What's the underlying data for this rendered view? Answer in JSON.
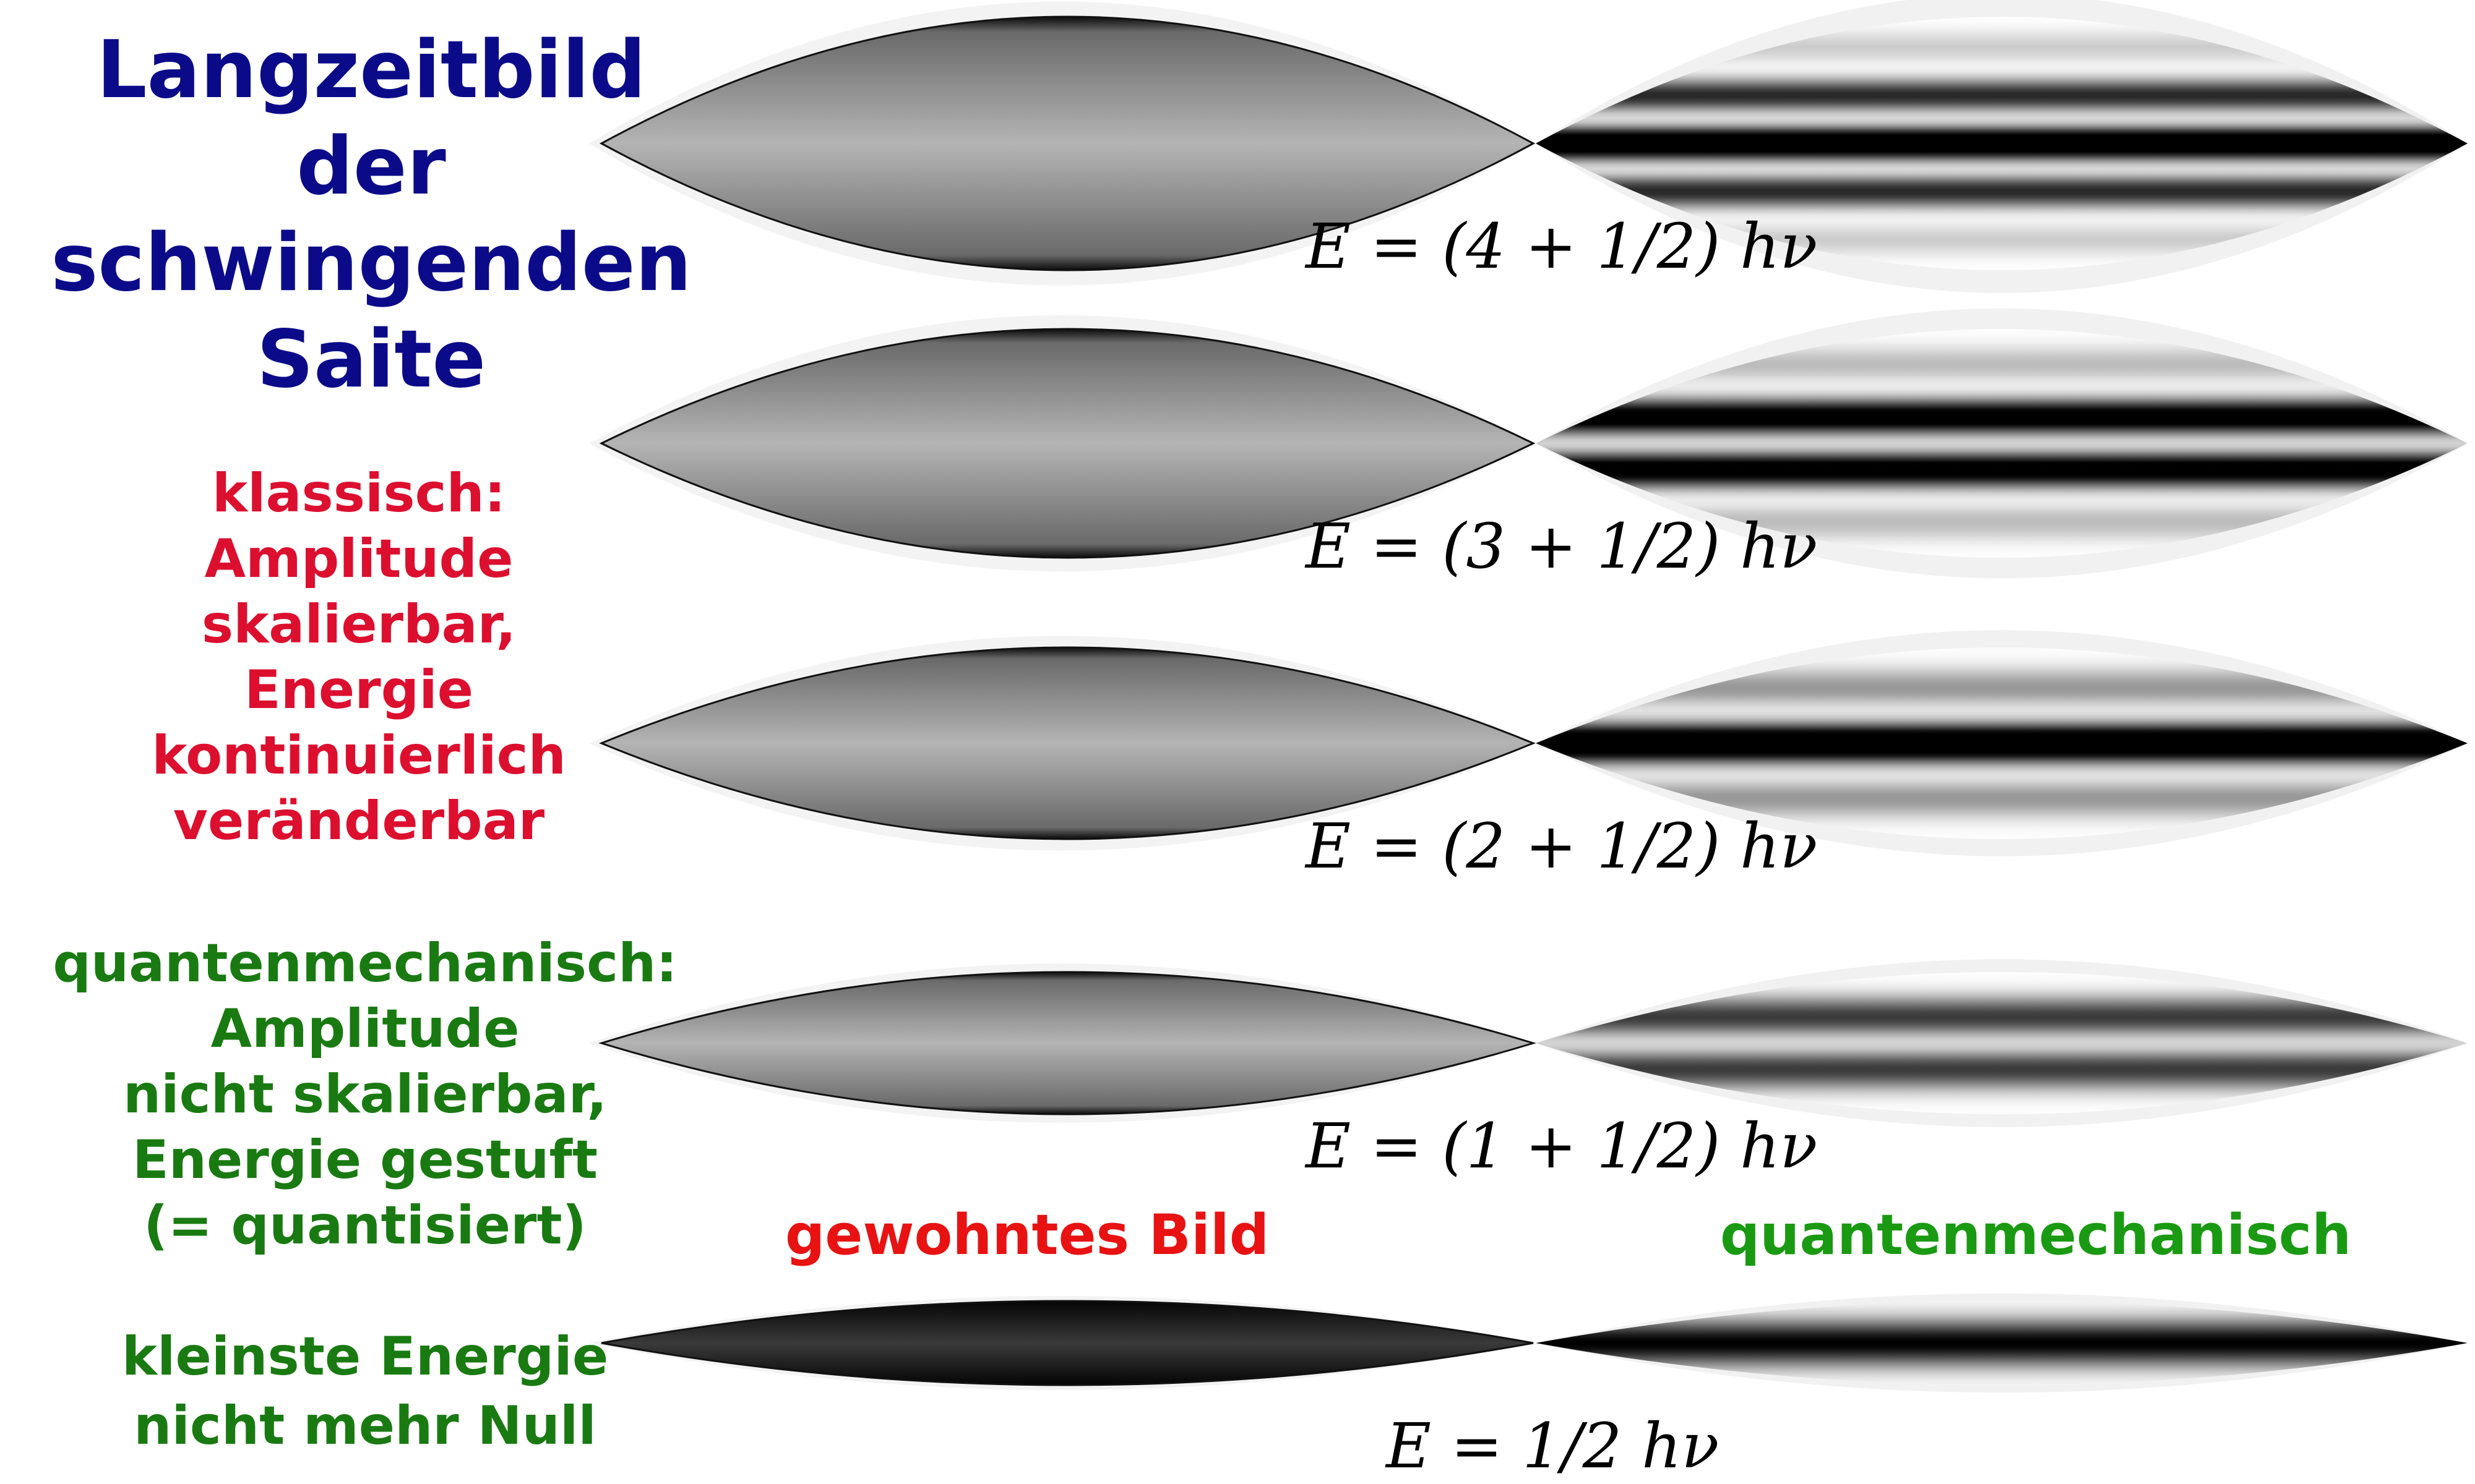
{
  "title": {
    "lines": [
      "Langzeitbild",
      "der",
      "schwingenden",
      "Saite"
    ]
  },
  "classical_note": {
    "lines": [
      "klassisch:",
      "Amplitude",
      "skalierbar,",
      "Energie",
      "kontinuierlich",
      "veränderbar"
    ]
  },
  "quantum_note": {
    "lines": [
      "quantenmechanisch:",
      "Amplitude",
      "nicht skalierbar,",
      "Energie gestuft",
      "(= quantisiert)"
    ]
  },
  "lowest_note": {
    "lines": [
      "kleinste Energie",
      "nicht mehr Null"
    ]
  },
  "column_labels": {
    "classical": "gewohntes Bild",
    "quantum": "quantenmechanisch"
  },
  "energy_levels": [
    {
      "n": 4,
      "formula": "E = (4 + 1/2) hν"
    },
    {
      "n": 3,
      "formula": "E = (3 + 1/2) hν"
    },
    {
      "n": 2,
      "formula": "E = (2 + 1/2) hν"
    },
    {
      "n": 1,
      "formula": "E = (1 + 1/2) hν"
    },
    {
      "n": 0,
      "formula": "E = 1/2 hν"
    }
  ],
  "colors": {
    "title": "#0b0b8a",
    "classical": "#dc0f2f",
    "classical_label": "#e81212",
    "quantum": "#1a7a12",
    "quantum_label": "#1a9a12",
    "formula": "#000000"
  }
}
